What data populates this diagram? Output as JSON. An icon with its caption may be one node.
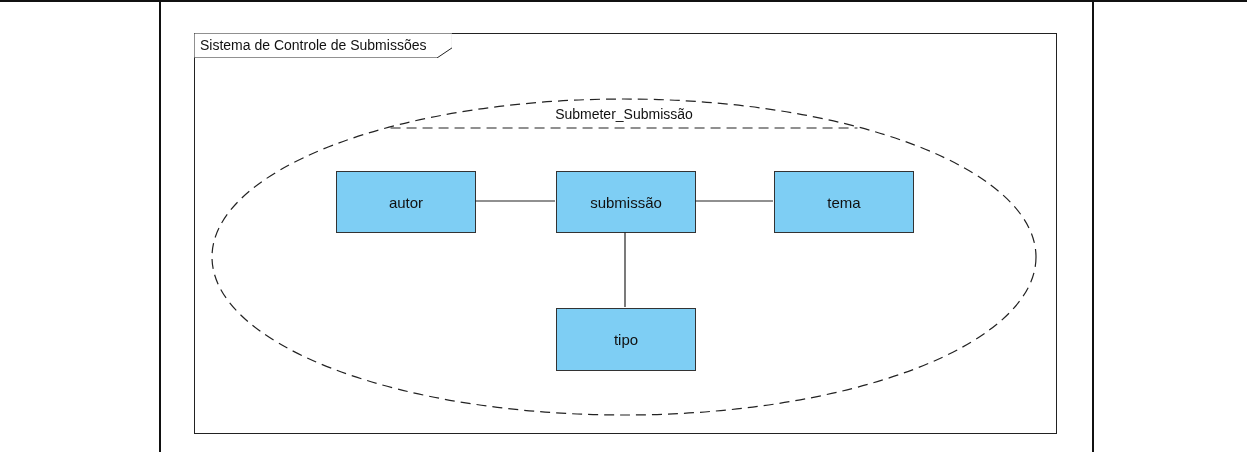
{
  "diagram": {
    "nodes": [
      {
        "text": [
          "Sistema de Controle de Submissões"
        ]
      },
      {
        "text": [
          "Submeter_Submissão"
        ],
        "in": 0
      },
      {
        "text": [
          "autor"
        ],
        "in": 1
      },
      {
        "text": [
          "submissão"
        ],
        "in": 1
      },
      {
        "text": [
          "tema"
        ],
        "in": 1
      },
      {
        "text": [
          "tipo"
        ],
        "in": 1
      }
    ],
    "edges": [
      {
        "from": 2,
        "to": 3,
        "arrow": "none"
      },
      {
        "from": 3,
        "to": 4,
        "arrow": "none"
      },
      {
        "from": 3,
        "to": 5,
        "arrow": "none"
      }
    ]
  }
}
